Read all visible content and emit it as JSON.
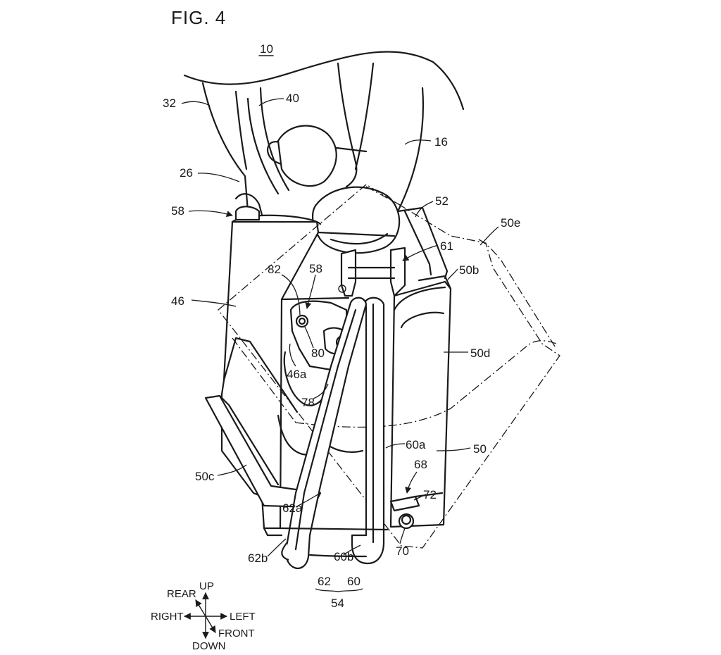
{
  "figure": {
    "title": "FIG. 4",
    "ref_main": "10"
  },
  "labels": {
    "l32": "32",
    "l40": "40",
    "l16": "16",
    "l26": "26",
    "l58a": "58",
    "l52": "52",
    "l50e": "50e",
    "l61": "61",
    "l50b": "50b",
    "l82": "82",
    "l58b": "58",
    "l46": "46",
    "l80": "80",
    "l50d": "50d",
    "l46a": "46a",
    "l78": "78",
    "l60a": "60a",
    "l50": "50",
    "l50c": "50c",
    "l68": "68",
    "l72": "72",
    "l62a": "62a",
    "l70": "70",
    "l62b": "62b",
    "l60b": "60b",
    "l62": "62",
    "l60": "60",
    "l54": "54"
  },
  "directions": {
    "up": "UP",
    "rear": "REAR",
    "right": "RIGHT",
    "left": "LEFT",
    "front": "FRONT",
    "down": "DOWN"
  }
}
